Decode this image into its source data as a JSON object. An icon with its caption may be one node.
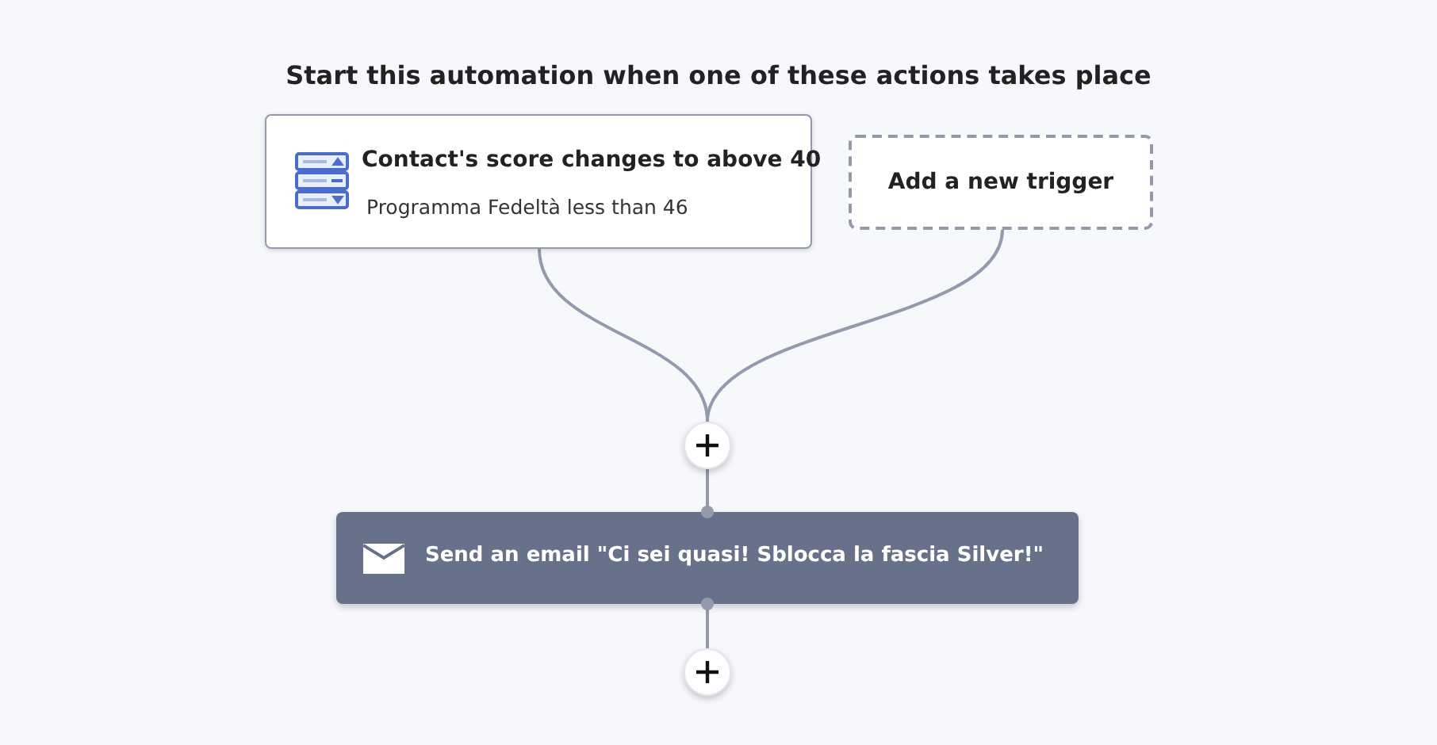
{
  "diagram": {
    "title": "Start this automation when one of these actions takes place",
    "nodes": [
      {
        "text": [
          "Contact's score changes to above 40",
          "Programma Fedeltà less than 46"
        ]
      },
      {
        "text": [
          "Add a new trigger"
        ]
      },
      {
        "text": [],
        "shape": "circle"
      },
      {
        "text": [
          "Send an email \"Ci sei quasi! Sblocca la fascia Silver!\""
        ]
      },
      {
        "text": [],
        "shape": "circle"
      }
    ],
    "edges": [
      {
        "from": 0,
        "to": 2,
        "arrow": "none"
      },
      {
        "from": 1,
        "to": 2,
        "arrow": "none"
      },
      {
        "from": 2,
        "to": 3,
        "arrow": "none"
      },
      {
        "from": 3,
        "to": 4,
        "arrow": "none"
      }
    ]
  }
}
